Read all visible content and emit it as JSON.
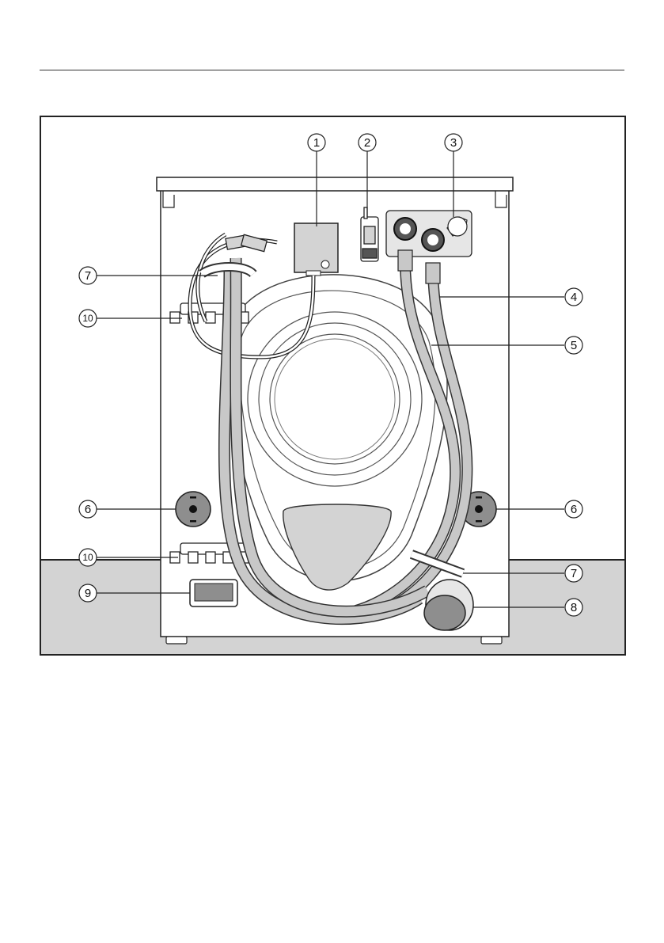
{
  "figure": {
    "title": "",
    "callouts": [
      "1",
      "2",
      "3",
      "4",
      "5",
      "6",
      "7",
      "8",
      "9",
      "10"
    ],
    "colors": {
      "floor": "#d3d3d3",
      "machine_body": "#ffffff",
      "hose": "#c8c8c8",
      "foot_gray": "#8e8e8e",
      "outline": "#222222"
    }
  }
}
